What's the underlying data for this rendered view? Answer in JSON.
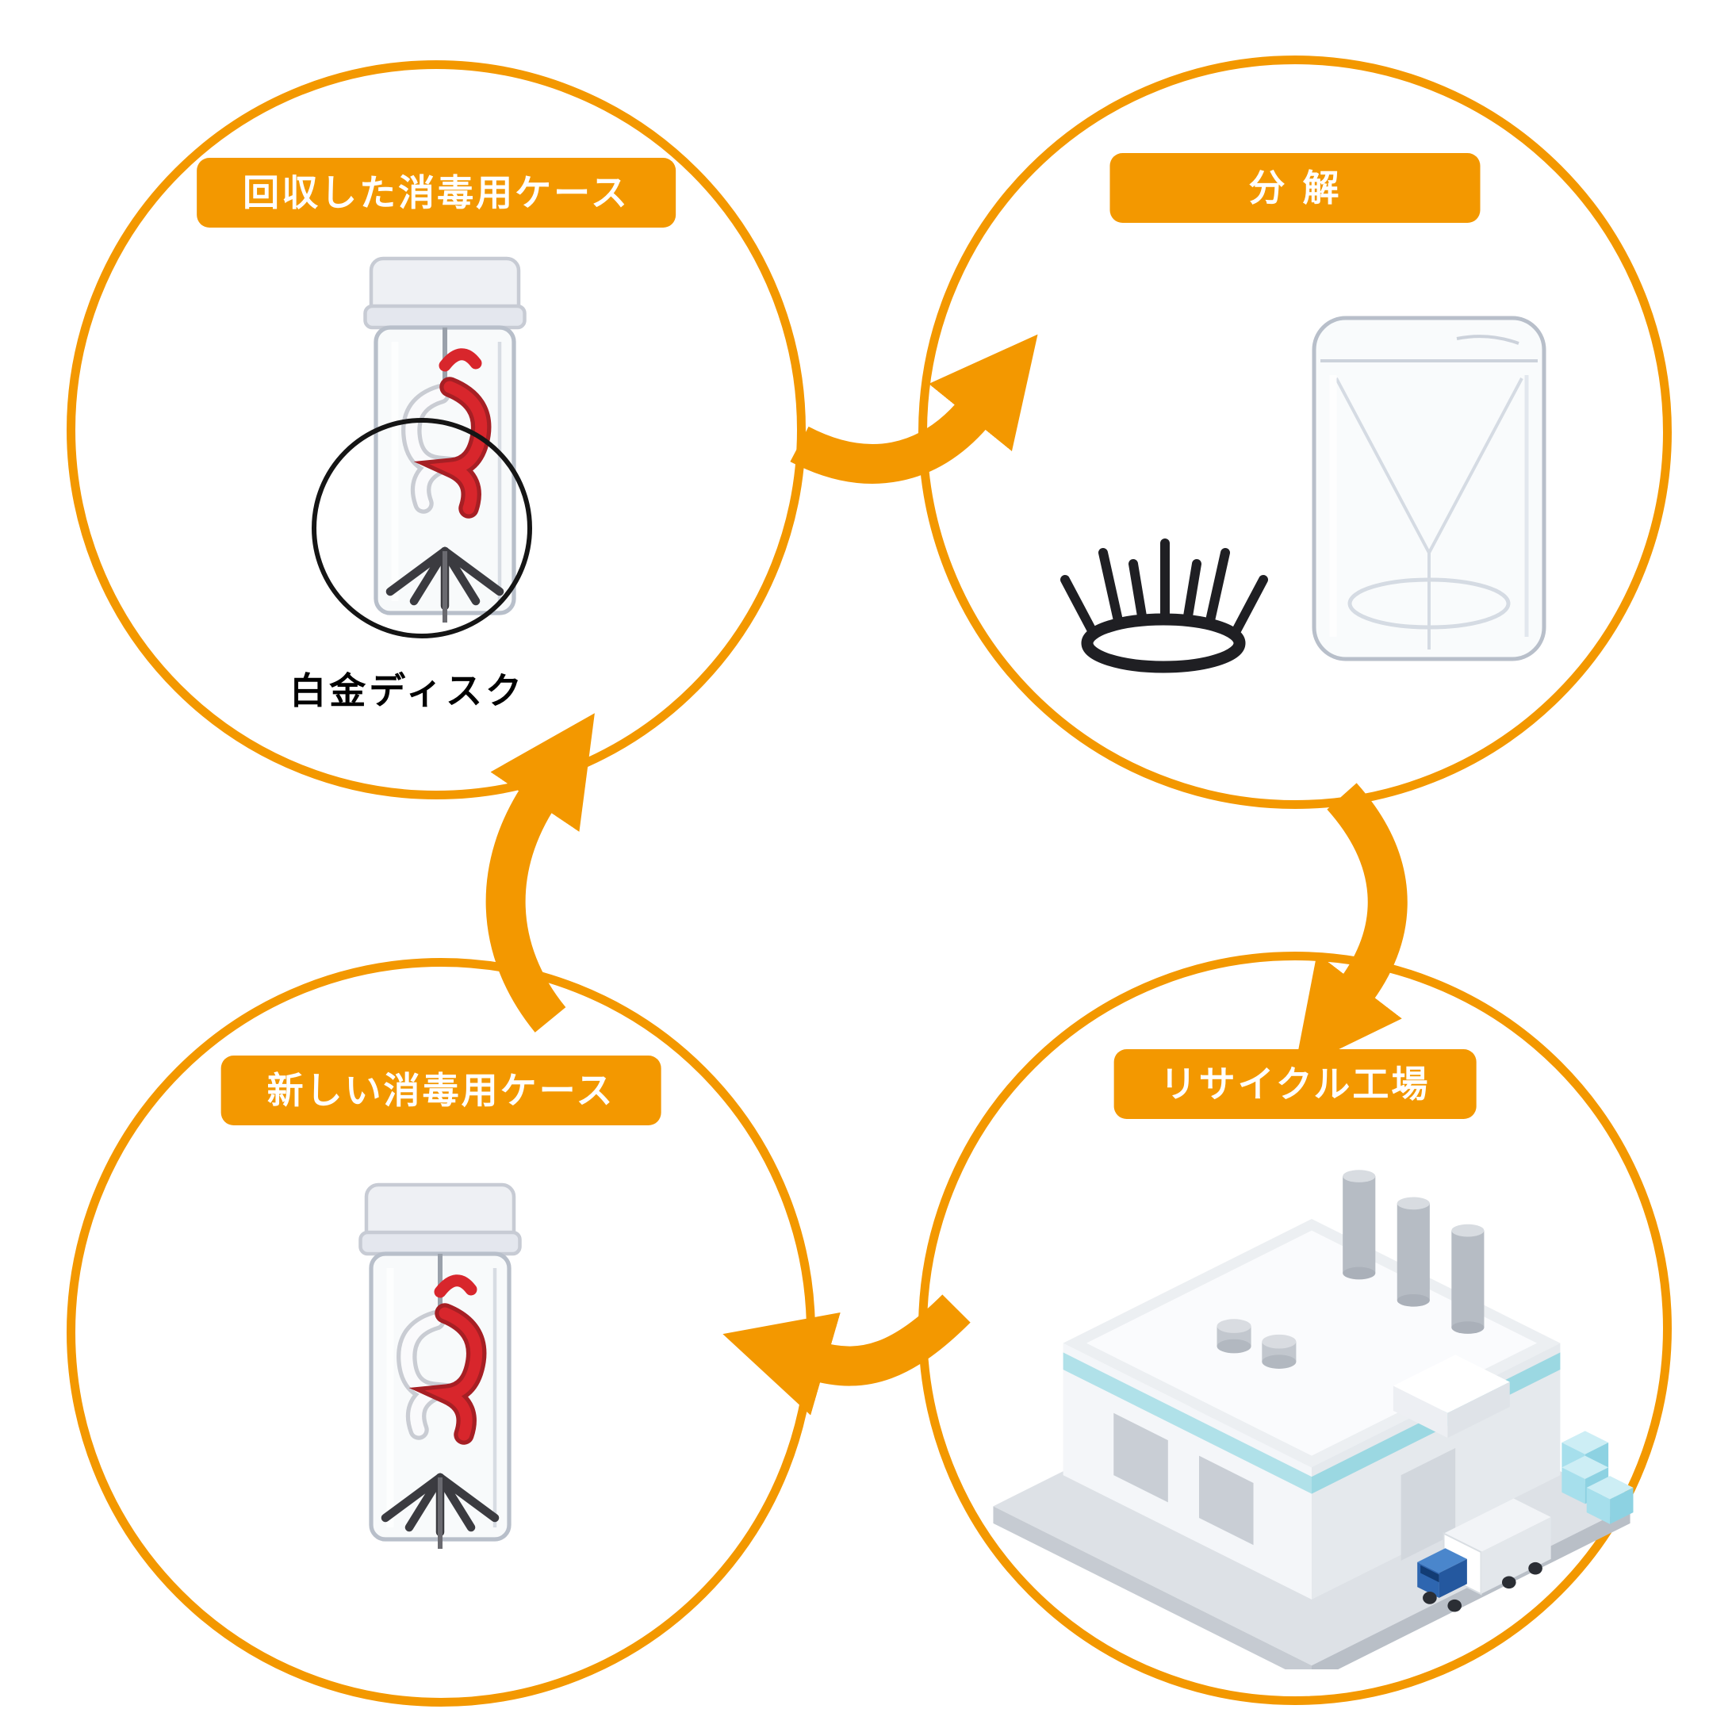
{
  "diagram": {
    "accent_color": "#F39800",
    "highlight_circle_color": "#151515",
    "steps": [
      {
        "id": "collected-case",
        "label": "回収した消毒用ケース",
        "caption": "白金ディスク",
        "illustration": "disinfection-case-with-platinum-disk"
      },
      {
        "id": "disassembly",
        "label": "分 解",
        "illustration": "separated-black-holder-and-clear-case"
      },
      {
        "id": "recycle-factory",
        "label": "リサイクル工場",
        "illustration": "isometric-factory-with-truck-and-crates"
      },
      {
        "id": "new-case",
        "label": "新しい消毒用ケース",
        "illustration": "new-disinfection-case"
      }
    ]
  }
}
